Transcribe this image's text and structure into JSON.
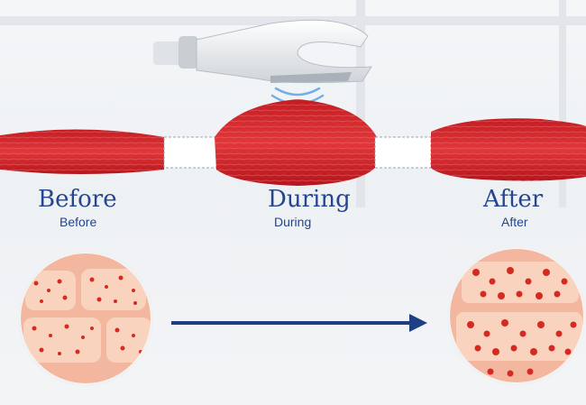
{
  "stages": [
    {
      "key": "before",
      "label": "Before",
      "sublabel": "Before"
    },
    {
      "key": "during",
      "label": "During",
      "sublabel": "During"
    },
    {
      "key": "after",
      "label": "After",
      "sublabel": "After"
    }
  ],
  "colors": {
    "label": "#24458f",
    "arrow": "#1f3f84",
    "muscle": "#d9262b",
    "fat_cell": "#f7c9ae",
    "fat_dot": "#d52a22",
    "wave": "#7fb6e6"
  },
  "icons": {
    "device": "handpiece-icon",
    "waves": "energy-wave-icon",
    "arrow": "right-arrow-icon"
  }
}
